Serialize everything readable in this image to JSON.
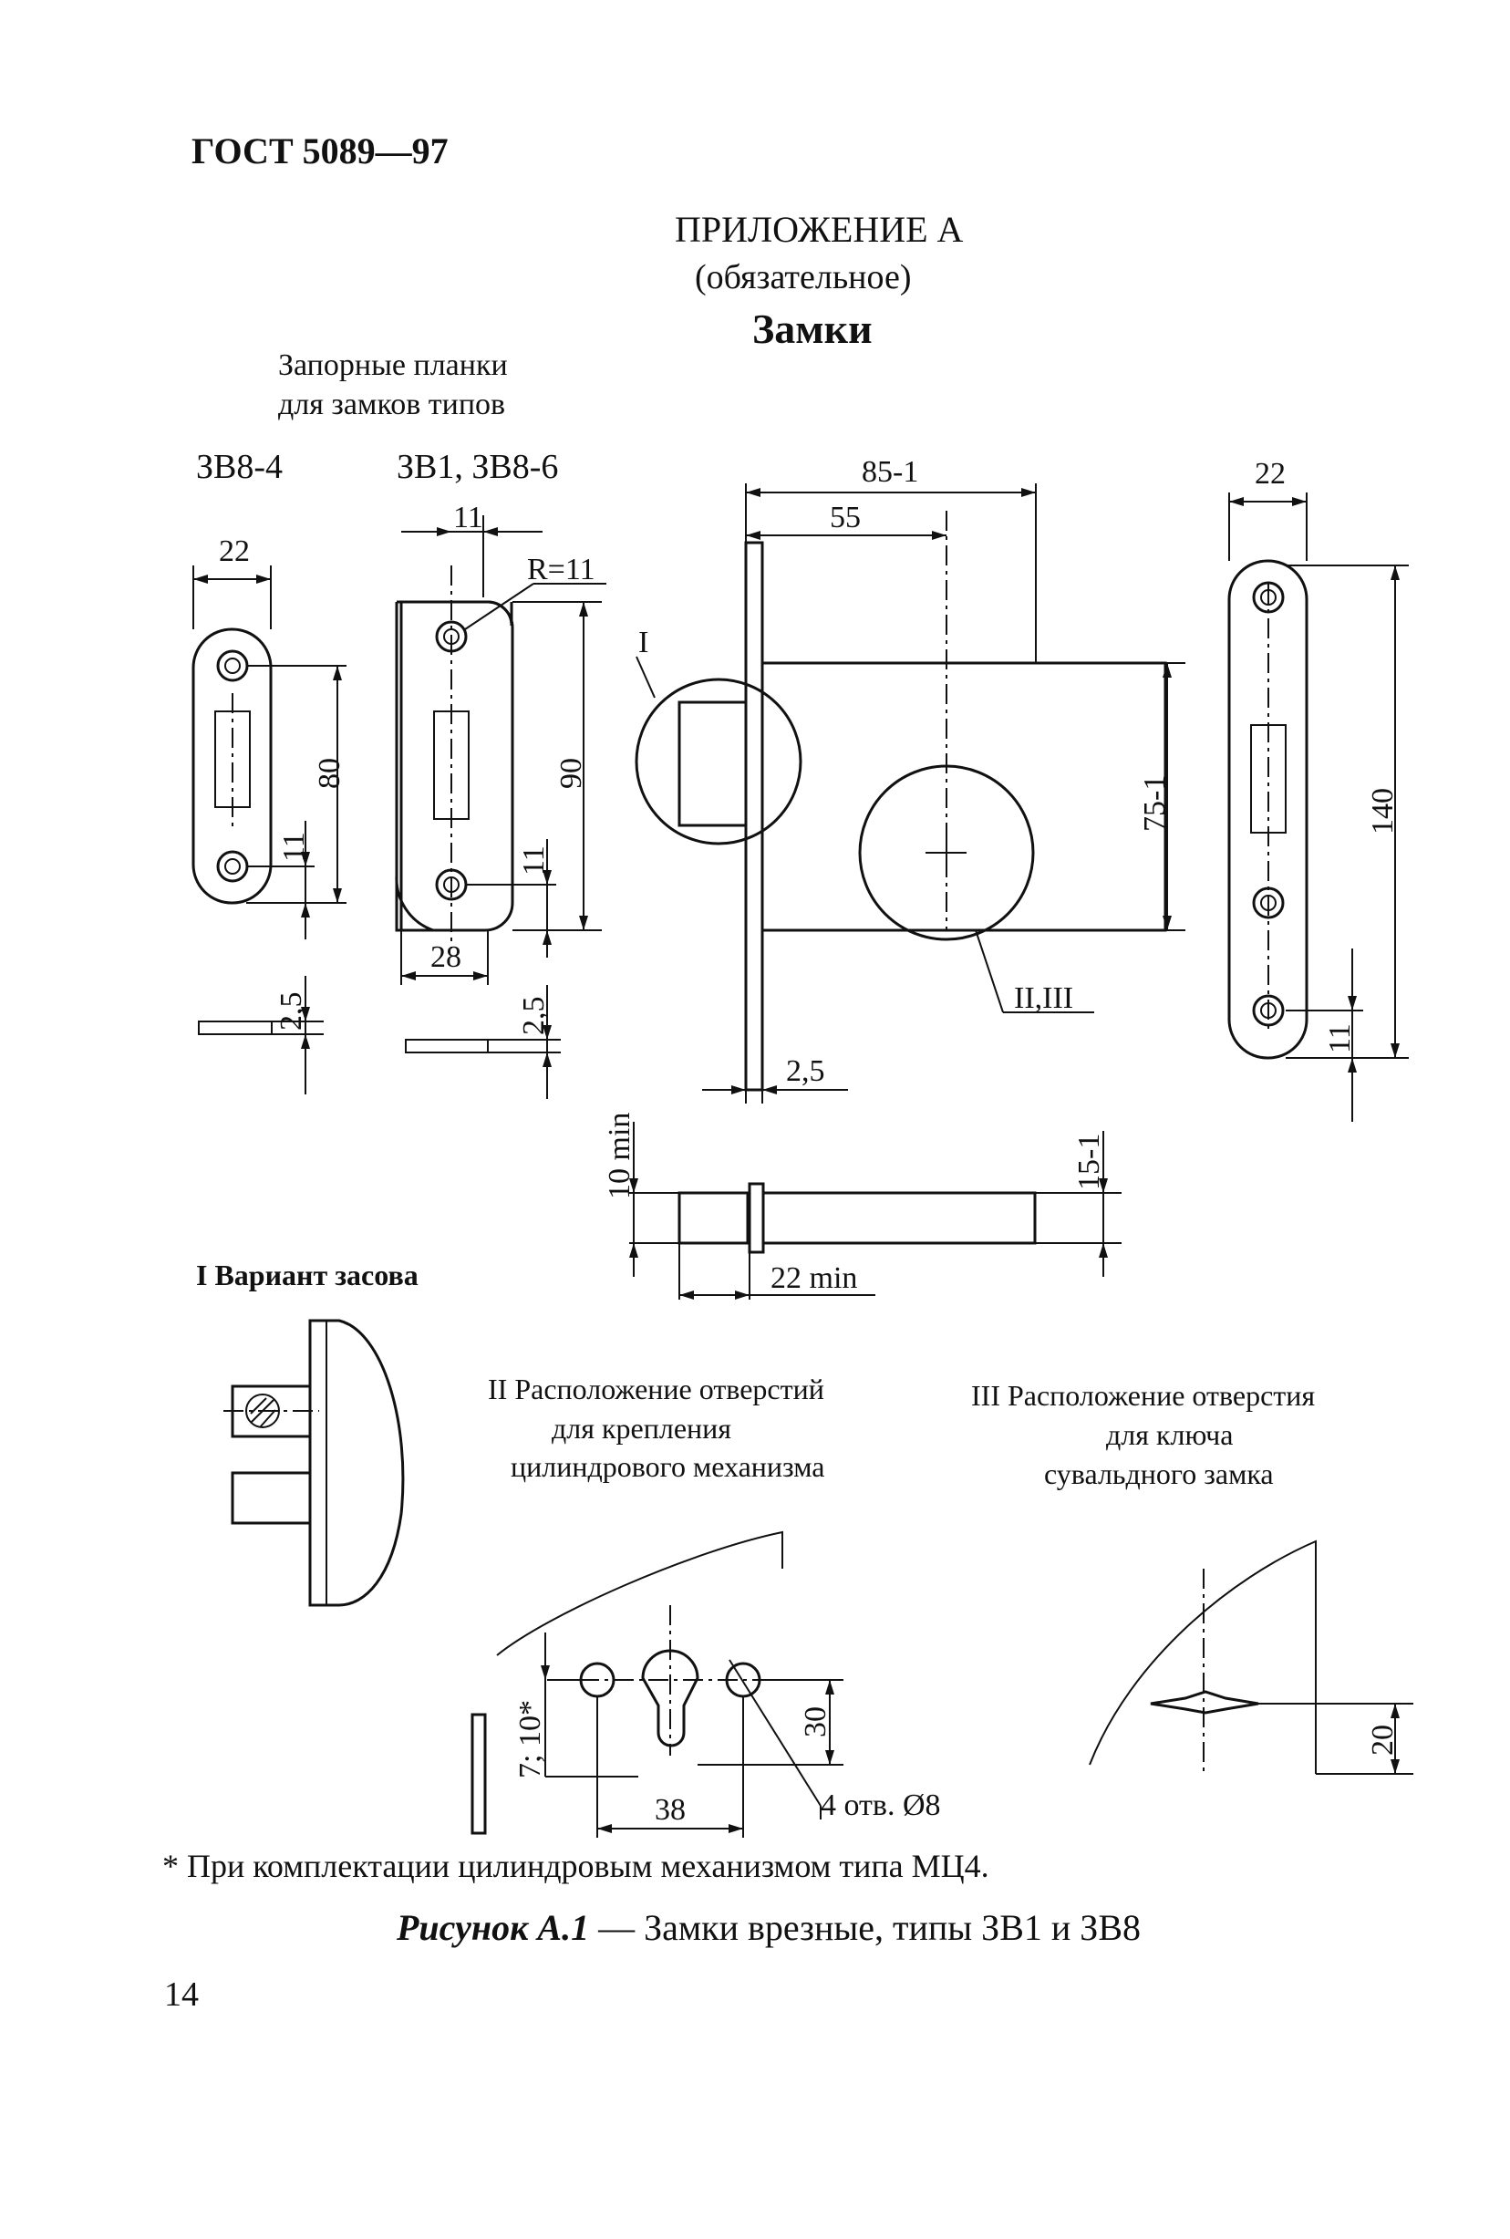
{
  "header": {
    "standard": "ГОСТ 5089—97"
  },
  "appendix": {
    "title": "ПРИЛОЖЕНИЕ А",
    "status": "(обязательное)",
    "heading": "Замки"
  },
  "strike_plates": {
    "caption_line1": "Запорные планки",
    "caption_line2": "для замков типов",
    "type_a": "ЗВ8-4",
    "type_b": "ЗВ1, ЗВ8-6"
  },
  "dimensions": {
    "d22": "22",
    "d80": "80",
    "d11": "11",
    "d25": "2,5",
    "dR11": "R=11",
    "d90": "90",
    "d28": "28",
    "d85": "85-1",
    "d55": "55",
    "d75": "75-1",
    "d140": "140",
    "d10min": "10 min",
    "d15": "15-1",
    "d22min": "22 min",
    "dI": "I",
    "dIIIII": "II,III",
    "d710": "7; 10*",
    "d30": "30",
    "d38": "38",
    "holes": "4 отв. Ø8",
    "d20": "20"
  },
  "details": {
    "variant_I": "I Вариант засова",
    "detail_II_line1": "II Расположение отверстий",
    "detail_II_line2": "для крепления",
    "detail_II_line3": "цилиндрового механизма",
    "detail_III_line1": "III Расположение отверстия",
    "detail_III_line2": "для ключа",
    "detail_III_line3": "сувальдного замка"
  },
  "footnote": "* При комплектации цилиндровым механизмом типа МЦ4.",
  "figure": {
    "label": "Рисунок А.1",
    "caption": " — Замки врезные, типы ЗВ1 и ЗВ8"
  },
  "page_number": "14"
}
